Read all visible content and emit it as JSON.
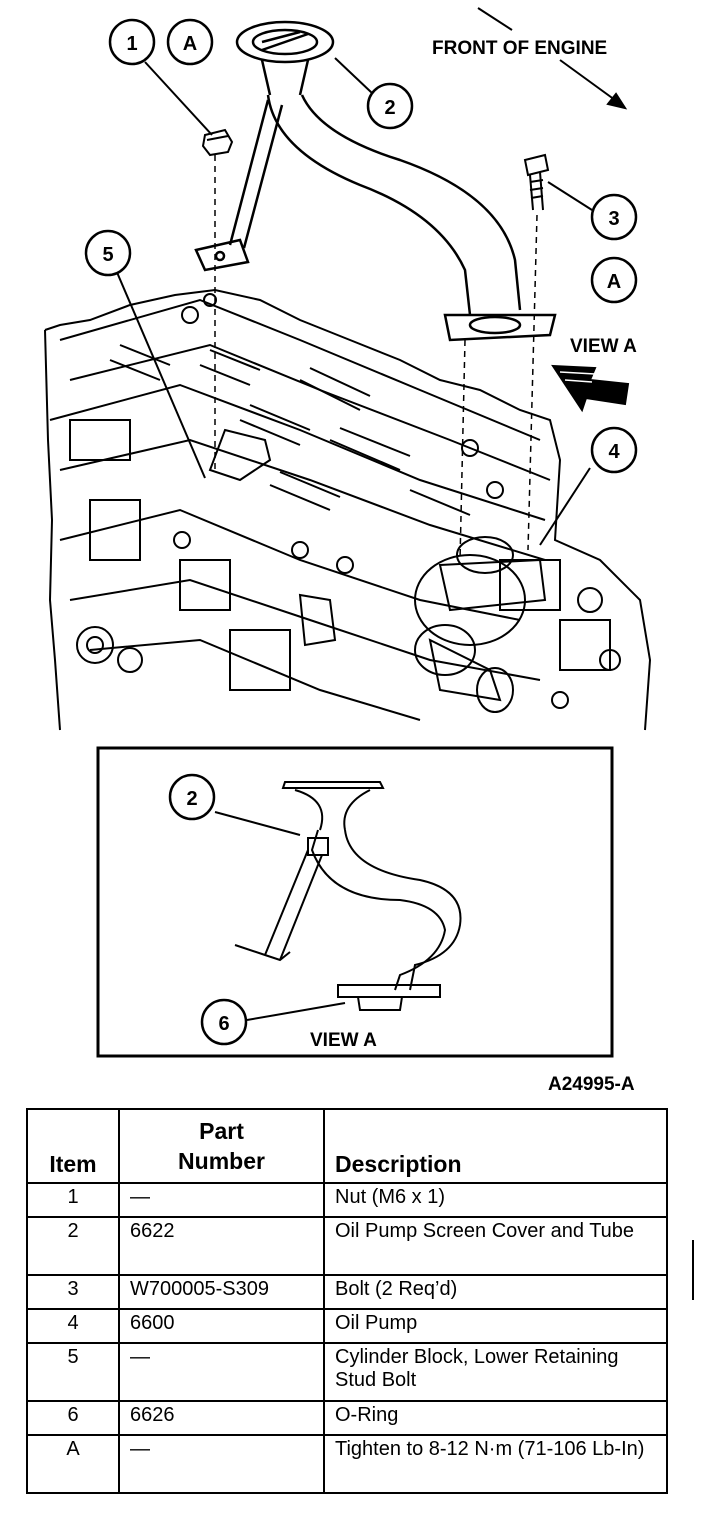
{
  "diagram": {
    "front_label": "FRONT OF ENGINE",
    "view_label": "VIEW A",
    "inset_view_label": "VIEW A",
    "figure_id": "A24995-A",
    "callouts": [
      "1",
      "A",
      "2",
      "3",
      "A",
      "5",
      "4",
      "2",
      "6"
    ]
  },
  "table": {
    "headers": {
      "item": "Item",
      "part_line1": "Part",
      "part_line2": "Number",
      "description": "Description"
    },
    "rows": [
      {
        "item": "1",
        "part": "—",
        "description": "Nut (M6 x 1)"
      },
      {
        "item": "2",
        "part": "6622",
        "description": "Oil Pump Screen Cover and Tube"
      },
      {
        "item": "3",
        "part": "W700005-S309",
        "description": "Bolt (2 Req’d)"
      },
      {
        "item": "4",
        "part": "6600",
        "description": "Oil Pump"
      },
      {
        "item": "5",
        "part": "—",
        "description": "Cylinder Block, Lower Retaining Stud Bolt"
      },
      {
        "item": "6",
        "part": "6626",
        "description": "O-Ring"
      },
      {
        "item": "A",
        "part": "—",
        "description": "Tighten to 8-12 N·m (71-106 Lb-In)"
      }
    ]
  }
}
